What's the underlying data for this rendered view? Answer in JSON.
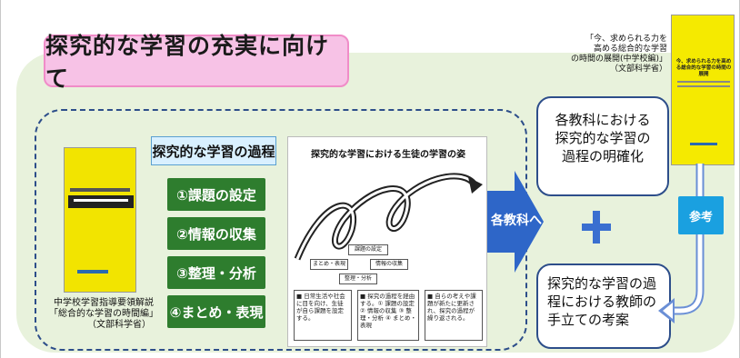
{
  "title": "探究的な学習の充実に向けて",
  "left_book": {
    "caption_lines": [
      "中学校学習指導要領解説",
      "「総合的な学習の時間編」",
      "（文部科学省）"
    ]
  },
  "process": {
    "heading": "探究的な学習の過程",
    "steps": [
      "①課題の設定",
      "②情報の収集",
      "③整理・分析",
      "④まとめ・表現"
    ]
  },
  "diagram": {
    "title": "探究的な学習における生徒の学習の姿",
    "box_labels": [
      "課題の設定",
      "まとめ・表現",
      "情報の収集",
      "整理・分析"
    ],
    "info_boxes": [
      "■ 日常生活や社会に目を向け、生徒が自ら課題を設定する。",
      "■ 探究の過程を経由する。① 課題の設定 ② 情報の収集 ③ 整理・分析 ④ まとめ・表現",
      "■ 自らの考えや課題が新たに更新され、探究の過程が繰り返される。"
    ]
  },
  "arrow_label": "各教科へ",
  "card_top": {
    "lines": [
      "各教科における",
      "探究的な学習の",
      "過程の明確化"
    ]
  },
  "card_bottom": {
    "lines": [
      "探究的な学習の過",
      "程における教師の",
      "手立ての考案"
    ]
  },
  "right_book": {
    "caption_lines": [
      "「今、求められる力を",
      "高める総合的な学習",
      "の時間の展開(中学校編)」",
      "（文部科学省）"
    ],
    "cover_title": "今、求められる力を高める総合的な学習の時間の展開"
  },
  "reference_badge": "参考",
  "colors": {
    "panel_bg": "#e8f2dc",
    "title_bg": "#f7c2e6",
    "step_green": "#2e7d2e",
    "accent_blue": "#3a6fd0",
    "badge_blue": "#1aa0e0",
    "dashed_border": "#2d4e8a"
  }
}
